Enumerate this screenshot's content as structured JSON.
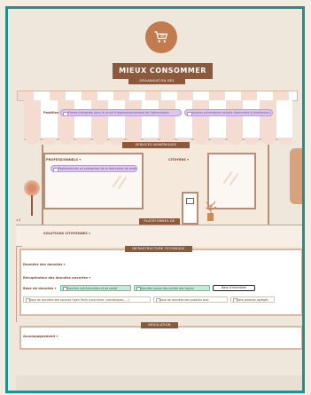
{
  "header": {
    "logo_icon": "shopping-cart-icon",
    "title": "MIEUX CONSOMMER"
  },
  "awning": {
    "tag": "ORGANISATION DES",
    "field_label": "Pastilles ▾",
    "pills": [
      "Pilotes industriels dans le circuit d'approvisionnement de l'alimentation",
      "Acteurs alimentaires actuels (fabrication & distribution)"
    ]
  },
  "shop": {
    "tag": "SERVICES NUMÉRIQUES",
    "left_field_label": "PROFESSIONNELS ▾",
    "left_pill": "Professionnels ou entreprises de la fabrication de produits",
    "right_field_label": "CITOYENS ▾"
  },
  "ground": {
    "tag": "PLATEFORMES DE DONNÉES",
    "field_label": "SOLUTIONS CITOYENNES ▾",
    "left_mark": "◂ 6"
  },
  "infrastructure": {
    "tag": "INFRASTRUCTURE TECHNIQUE",
    "field1": "Données des données ▾",
    "field2": "Récupération des données ouvertes ▾",
    "field3": "Base de données ▾",
    "green_chips": [
      "Données nutritionnelles et de santé",
      "Données issues des achats des foyers"
    ],
    "active_chip": "Base d'Inventaire",
    "plain_chips": [
      "Base de données des sources Open Facts (nourriture, cosmétiques, ...)",
      "Base de données des produits bios",
      "Base produits agrégés"
    ]
  },
  "regulation": {
    "tag": "RÉGULATION",
    "field": "Accompagnement ▾"
  },
  "colors": {
    "frame": "#1f8f8f",
    "brand_brown": "#8b5a3c",
    "accent_terracotta": "#c27a4f",
    "pill_purple": "#dcc8ee",
    "chip_green": "#c4ead7"
  }
}
